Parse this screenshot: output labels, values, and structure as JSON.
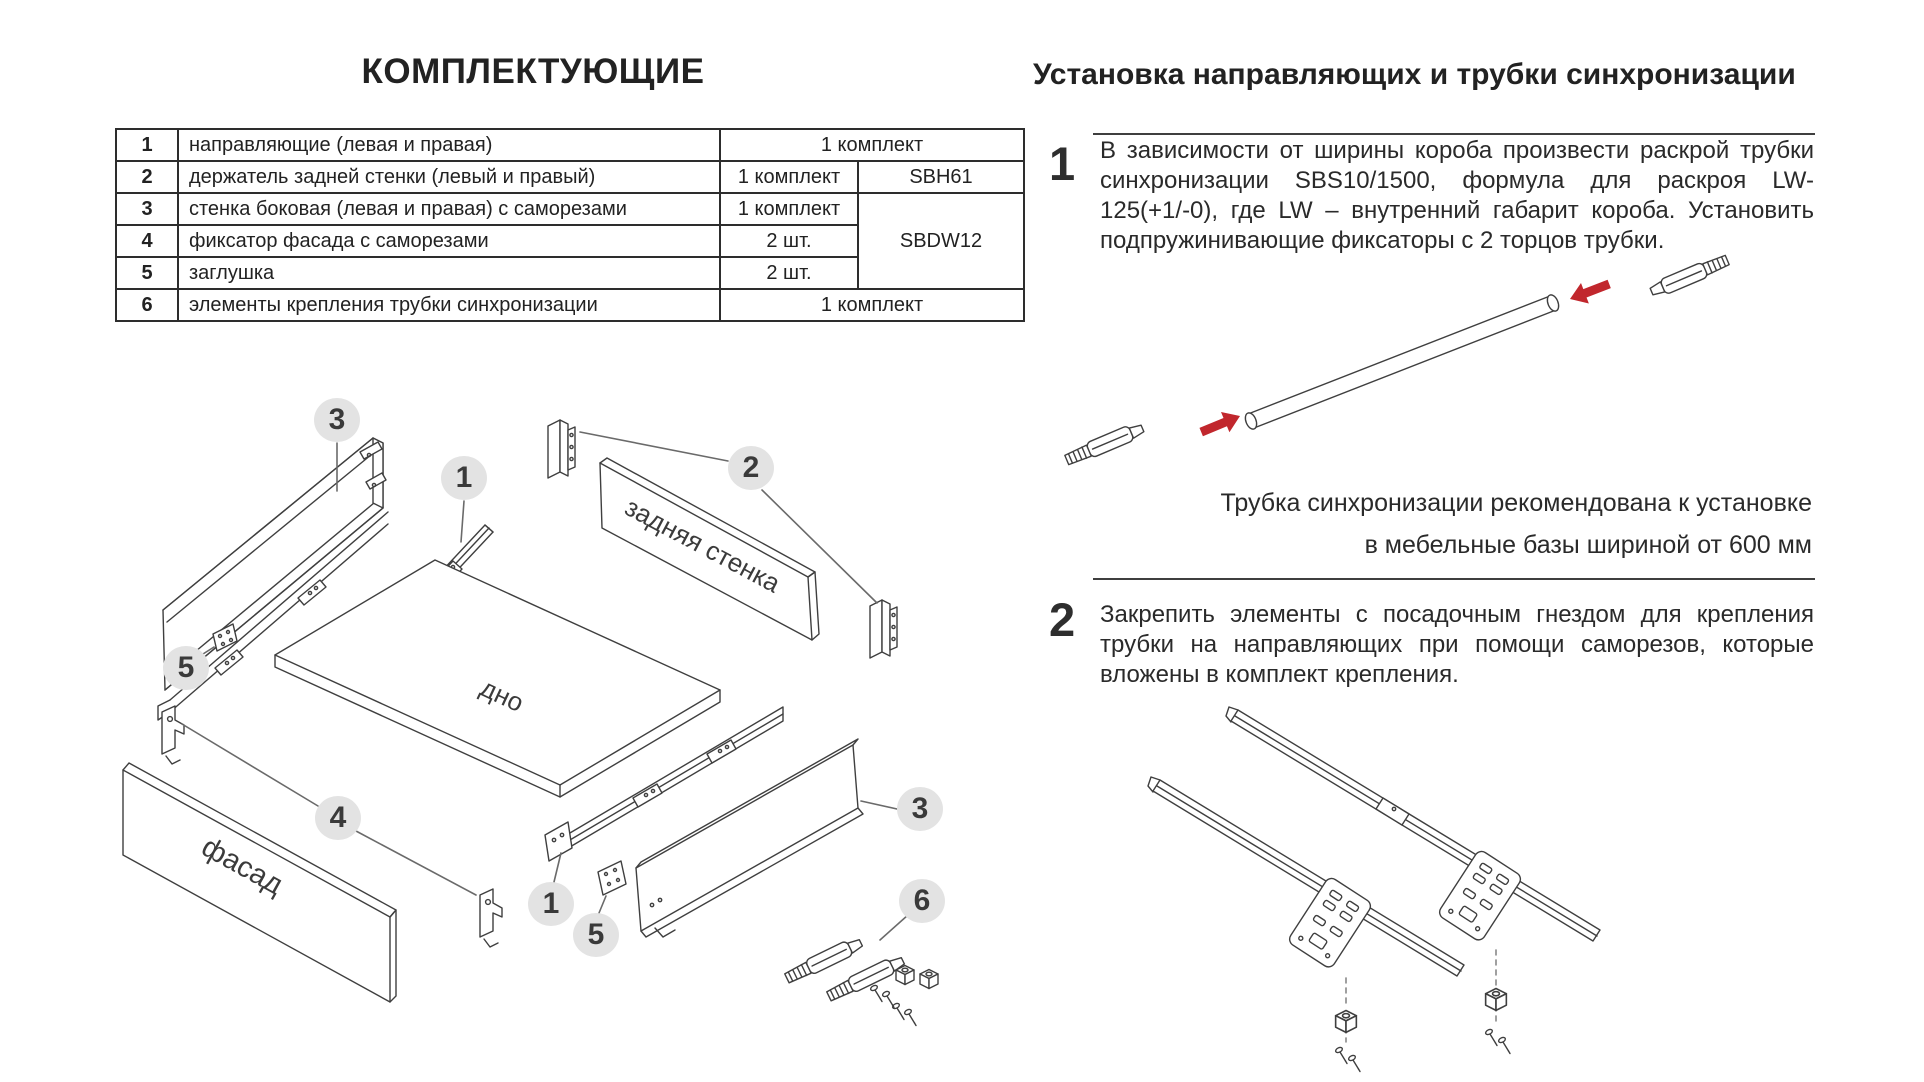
{
  "left": {
    "title": "КОМПЛЕКТУЮЩИЕ",
    "table": {
      "rows": [
        {
          "num": "1",
          "name": "направляющие (левая и правая)",
          "qty": "1 комплект",
          "code": ""
        },
        {
          "num": "2",
          "name": "держатель задней стенки (левый и правый)",
          "qty": "1 комплект",
          "code": "SBH61"
        },
        {
          "num": "3",
          "name": "стенка боковая (левая и правая) с саморезами",
          "qty": "1 комплект",
          "code": "SBDW12"
        },
        {
          "num": "4",
          "name": "фиксатор фасада с саморезами",
          "qty": "2 шт.",
          "code": ""
        },
        {
          "num": "5",
          "name": "заглушка",
          "qty": "2 шт.",
          "code": ""
        },
        {
          "num": "6",
          "name": "элементы крепления трубки синхронизации",
          "qty": "1 комплект",
          "code": ""
        }
      ]
    },
    "diagram": {
      "labels": {
        "back_wall": "задняя стенка",
        "bottom": "дно",
        "facade": "фасад"
      },
      "callouts": [
        "3",
        "1",
        "2",
        "5",
        "4",
        "1",
        "5",
        "3",
        "6"
      ]
    }
  },
  "right": {
    "title": "Установка направляющих и трубки синхронизации",
    "steps": [
      {
        "number": "1",
        "text": "В зависимости от ширины короба произвести раскрой трубки синхронизации SBS10/1500, формула для раскроя LW-125(+1/-0), где LW – внутренний габарит короба. Установить подпружинивающие фиксаторы с 2 торцов трубки."
      },
      {
        "number": "2",
        "text": "Закрепить элементы с посадочным гнездом для крепления трубки на направляющих при помощи саморезов, которые вложены в комплект крепления."
      }
    ],
    "tube_caption_line1": "Трубка синхронизации рекомендована к установке",
    "tube_caption_line2": "в мебельные базы шириной от 600 мм"
  },
  "colors": {
    "arrow_red": "#c1272d",
    "line": "#3f3f3f",
    "callout_bg": "#e3e3e3",
    "text": "#2a2a2a"
  }
}
